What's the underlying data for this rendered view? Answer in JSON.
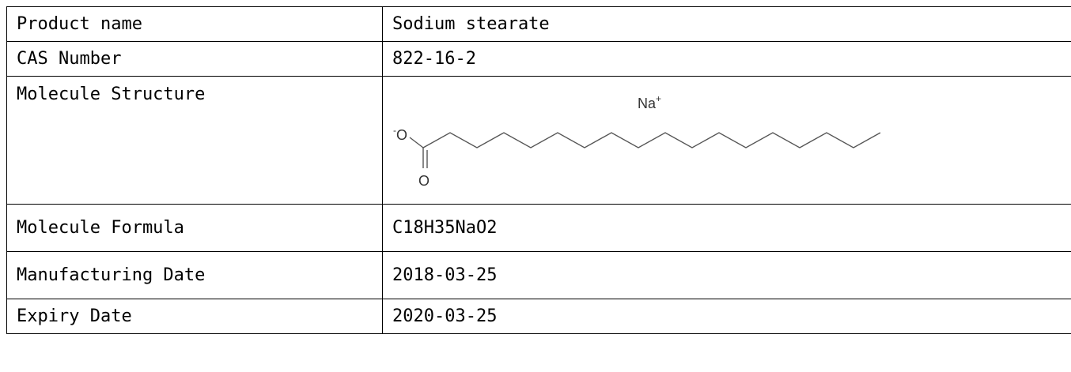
{
  "rows": [
    {
      "label": "Product name",
      "value": "Sodium stearate"
    },
    {
      "label": "CAS Number",
      "value": "822-16-2"
    },
    {
      "label": "Molecule Structure",
      "value": ""
    },
    {
      "label": "Molecule Formula",
      "value": "C18H35NaO2"
    },
    {
      "label": "Manufacturing Date",
      "value": "2018-03-25"
    },
    {
      "label": "Expiry Date",
      "value": "2020-03-25"
    }
  ],
  "structure": {
    "cation": "Na",
    "cation_charge": "+",
    "anion_charge": "-",
    "oxygen_symbol": "O"
  }
}
